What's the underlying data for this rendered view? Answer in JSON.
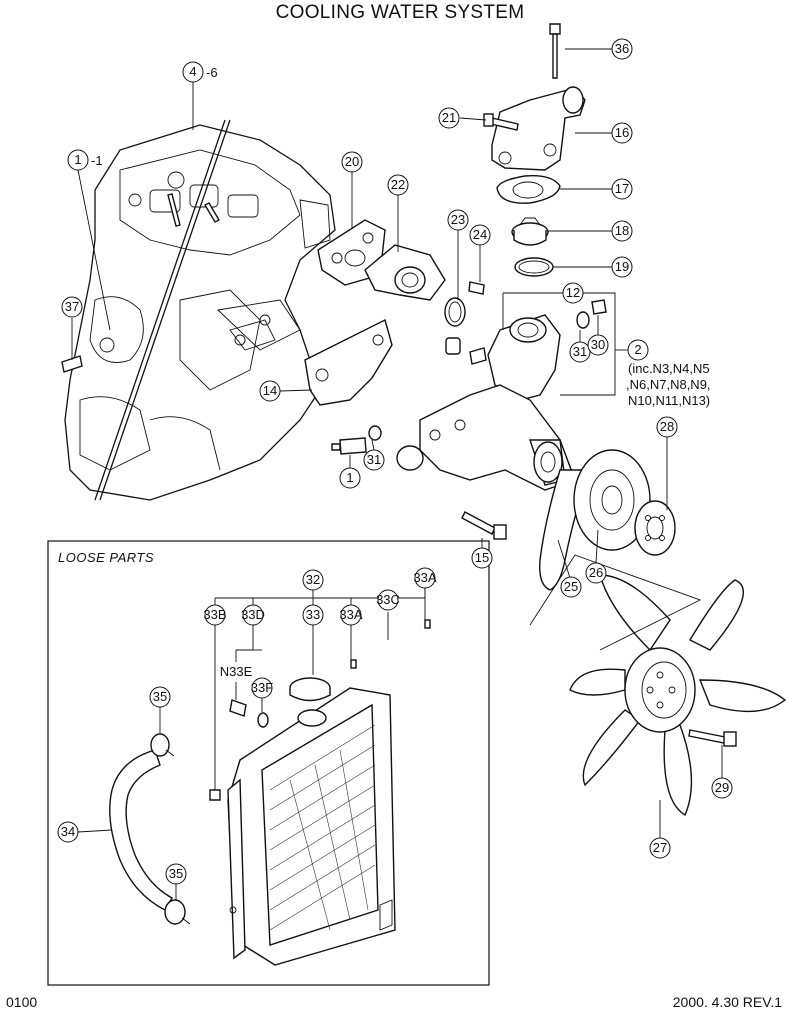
{
  "title": "COOLING WATER SYSTEM",
  "page_number": "0100",
  "revision": "2000. 4.30 REV.1",
  "loose_parts_label": "LOOSE PARTS",
  "callouts": {
    "c1a": "1",
    "c1a_suffix": "-1",
    "c4": "4",
    "c4_suffix": "-6",
    "c36": "36",
    "c21": "21",
    "c16": "16",
    "c17": "17",
    "c18": "18",
    "c19": "19",
    "c20": "20",
    "c22": "22",
    "c23": "23",
    "c24": "24",
    "c12": "12",
    "c37": "37",
    "c31a": "31",
    "c30": "30",
    "c2": "2",
    "c2_note1": "(inc.N3,N4,N5",
    "c2_note2": ",N6,N7,N8,N9,",
    "c2_note3": "N10,N11,N13)",
    "c14": "14",
    "c31b": "31",
    "c1b": "1",
    "c28": "28",
    "c15": "15",
    "c25": "25",
    "c26": "26",
    "c32": "32",
    "c33A_top": "33A",
    "c33B": "33B",
    "c33D": "33D",
    "c33": "33",
    "c33A": "33A",
    "c33C": "33C",
    "cN33E": "N33E",
    "c33F": "33F",
    "c35a": "35",
    "c35b": "35",
    "c34": "34",
    "c29": "29",
    "c27": "27"
  }
}
